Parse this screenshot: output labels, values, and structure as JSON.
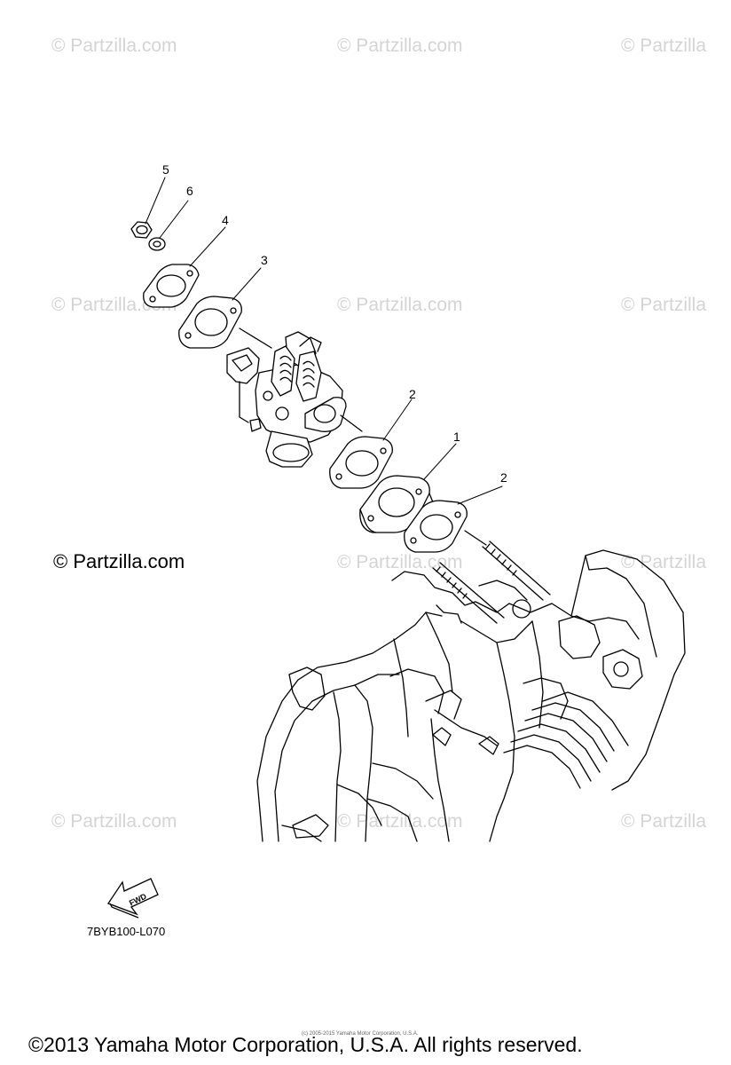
{
  "watermark_text": "© Partzilla.com",
  "watermark_cut": "© Partzilla",
  "main_watermark": "© Partzilla.com",
  "callouts": [
    "5",
    "6",
    "4",
    "3",
    "2",
    "1",
    "2"
  ],
  "fwd_label": "FWD",
  "diagram_code": "7BYB100-L070",
  "small_notice": "(c) 2005-2015 Yamaha Motor Corporation, U.S.A.",
  "footer": "©2013 Yamaha Motor Corporation, U.S.A. All rights reserved."
}
